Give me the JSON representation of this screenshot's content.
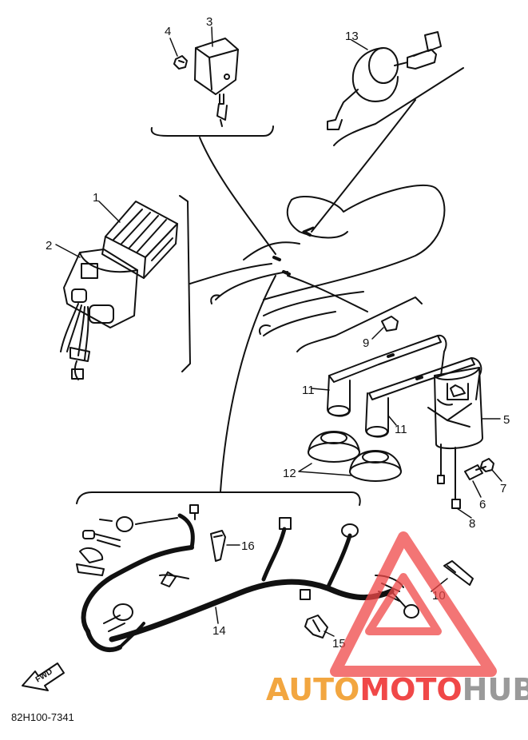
{
  "callouts": [
    "1",
    "2",
    "3",
    "4",
    "5",
    "6",
    "7",
    "8",
    "9",
    "10",
    "11",
    "11",
    "12",
    "13",
    "14",
    "15",
    "16"
  ],
  "fwd_label": "FWD",
  "diagram_code": "82H100-7341",
  "watermark": {
    "part1": "AUTO",
    "part2": "MOTO",
    "part3": "HUB",
    "colors": {
      "auto": "#f2a640",
      "moto": "#f04848",
      "hub": "#9a9a9a"
    }
  }
}
